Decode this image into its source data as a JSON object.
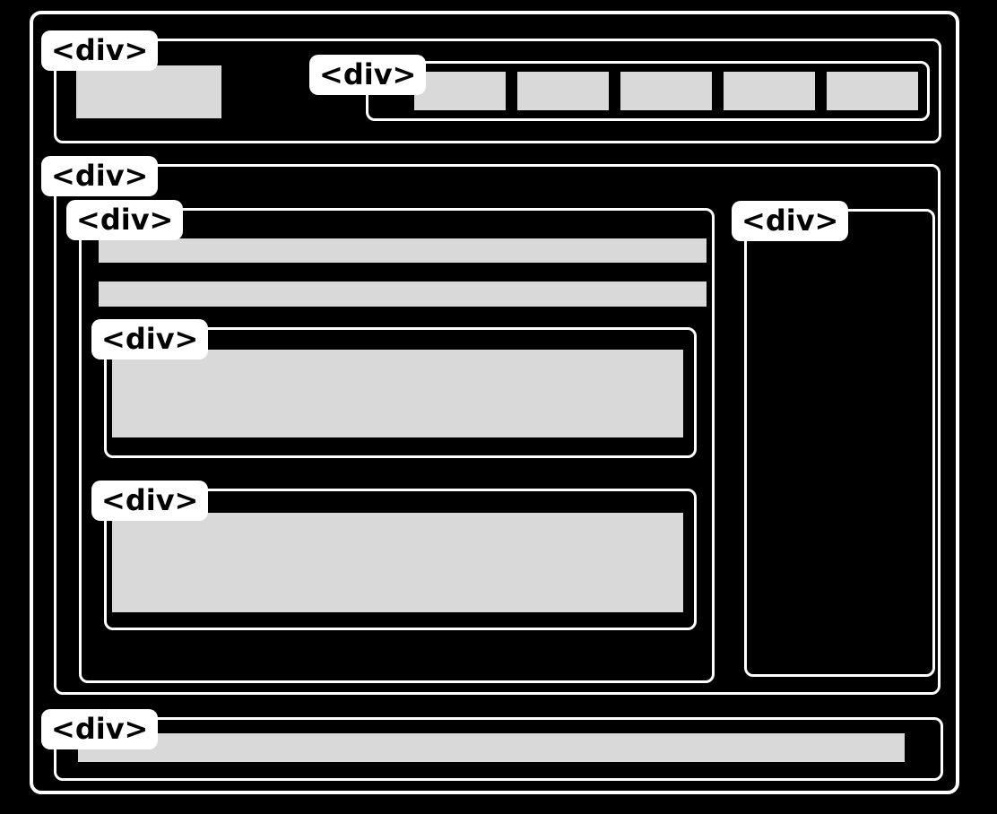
{
  "colors": {
    "bg": "#000000",
    "line": "#ffffff",
    "fill": "#d9d9d9",
    "badge-bg": "#ffffff",
    "badge-fg": "#000000"
  },
  "boxes": {
    "header": {
      "label": "<div>"
    },
    "nav": {
      "label": "<div>",
      "items": 5
    },
    "main": {
      "label": "<div>"
    },
    "content": {
      "label": "<div>"
    },
    "article_top": {
      "label": "<div>"
    },
    "article_bottom": {
      "label": "<div>"
    },
    "sidebar": {
      "label": "<div>"
    },
    "footer": {
      "label": "<div>"
    }
  }
}
